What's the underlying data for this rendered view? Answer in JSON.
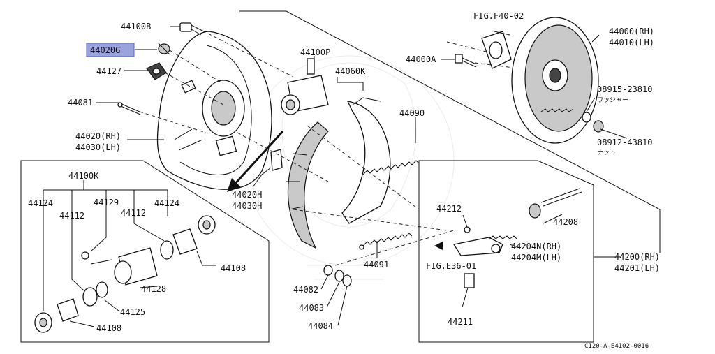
{
  "labels": {
    "p44100B": "44100B",
    "p44020G": "44020G",
    "p44127": "44127",
    "p44081": "44081",
    "p44020RH": "44020(RH)",
    "p44030LH": "44030(LH)",
    "p44100P": "44100P",
    "p44060K": "44060K",
    "p44090": "44090",
    "p44020H": "44020H",
    "p44030H": "44030H",
    "p44091": "44091",
    "p44082": "44082",
    "p44083": "44083",
    "p44084": "44084",
    "p44100K": "44100K",
    "p44124a": "44124",
    "p44124b": "44124",
    "p44129": "44129",
    "p44112a": "44112",
    "p44112b": "44112",
    "p44108a": "44108",
    "p44108b": "44108",
    "p44128": "44128",
    "p44125": "44125",
    "figF40": "FIG.F40-02",
    "p44000A": "44000A",
    "p44000RH": "44000(RH)",
    "p44010LH": "44010(LH)",
    "p08915": "08915-23810",
    "washerJp": "ワッシャー",
    "p08912": "08912-43810",
    "nutJp": "ナット",
    "p44212": "44212",
    "p44208": "44208",
    "p44204N": "44204N(RH)",
    "p44204M": "44204M(LH)",
    "p44200": "44200(RH)",
    "p44201": "44201(LH)",
    "figE36": "FIG.E36-01",
    "p44211": "44211",
    "footer": "C120-A-E4102-0016"
  },
  "highlight": {
    "part": "44020G",
    "color": "#9aa3dc"
  }
}
